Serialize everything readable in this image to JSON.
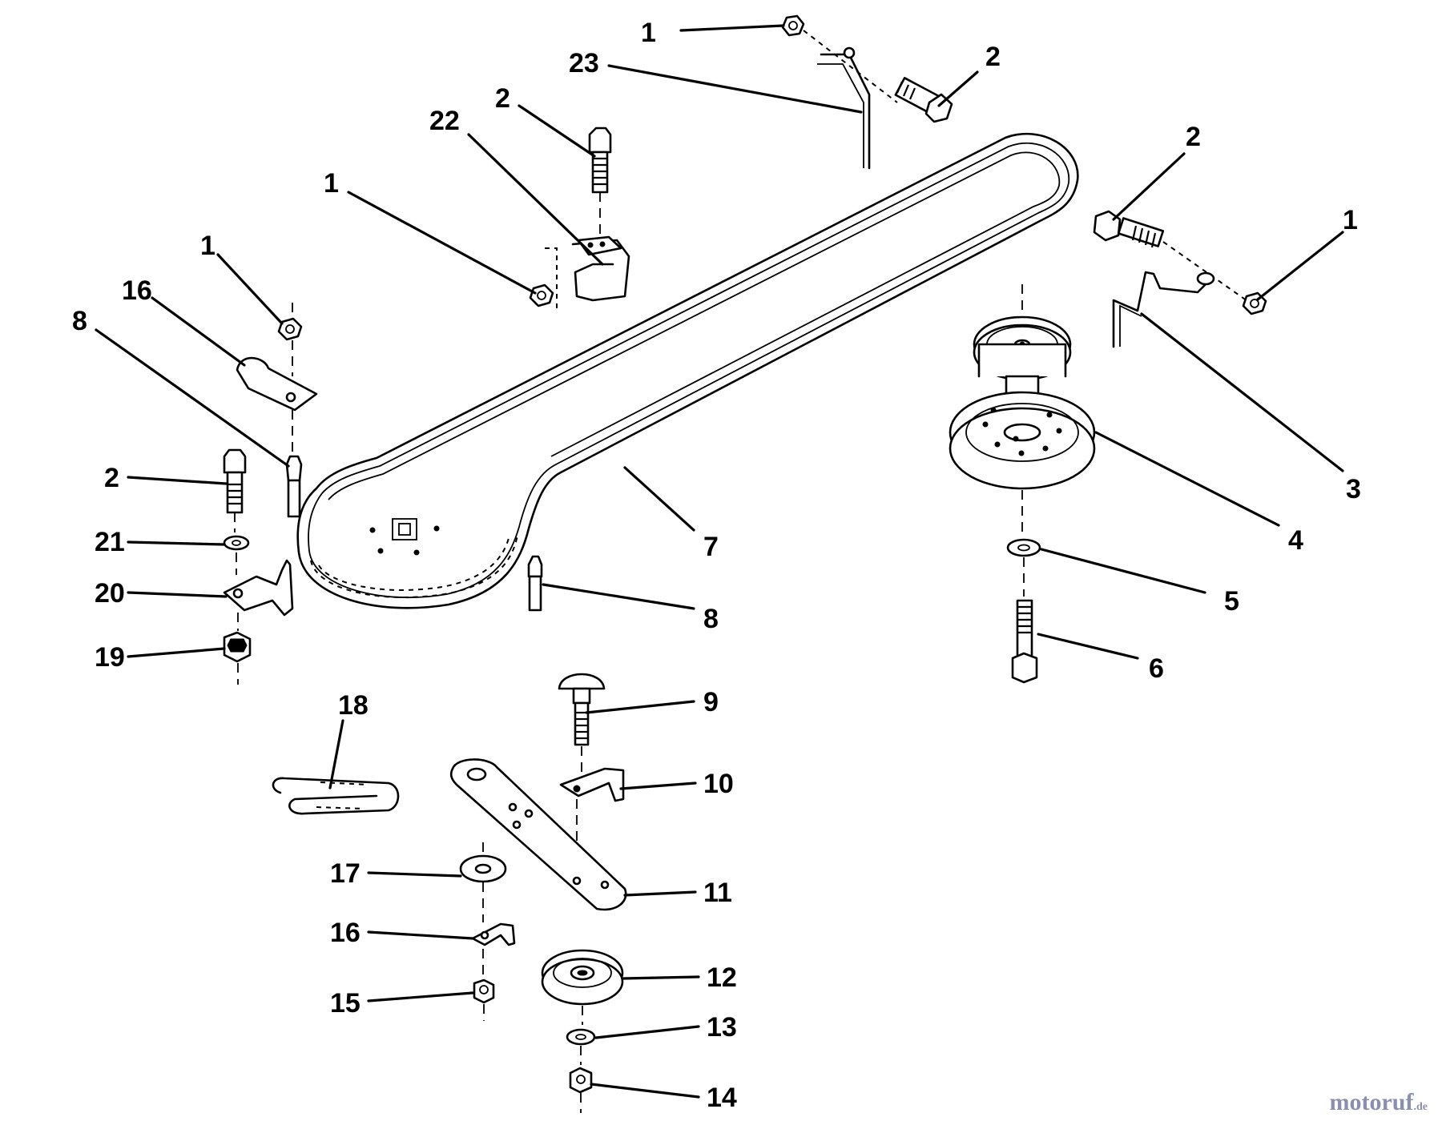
{
  "diagram": {
    "labels": {
      "c1a": "1",
      "c23": "23",
      "c2a": "2",
      "c2b": "2",
      "c22": "22",
      "c1b": "1",
      "c2c": "2",
      "c1c": "1",
      "c1d": "1",
      "c16a": "16",
      "c8a": "8",
      "c2d": "2",
      "c21": "21",
      "c20": "20",
      "c19": "19",
      "c7": "7",
      "c8b": "8",
      "c3": "3",
      "c4": "4",
      "c5": "5",
      "c6": "6",
      "c18": "18",
      "c9": "9",
      "c10": "10",
      "c17": "17",
      "c11": "11",
      "c16b": "16",
      "c12": "12",
      "c15": "15",
      "c13": "13",
      "c14": "14"
    }
  },
  "watermark": {
    "main": "motoruf",
    "tld": ".de"
  }
}
